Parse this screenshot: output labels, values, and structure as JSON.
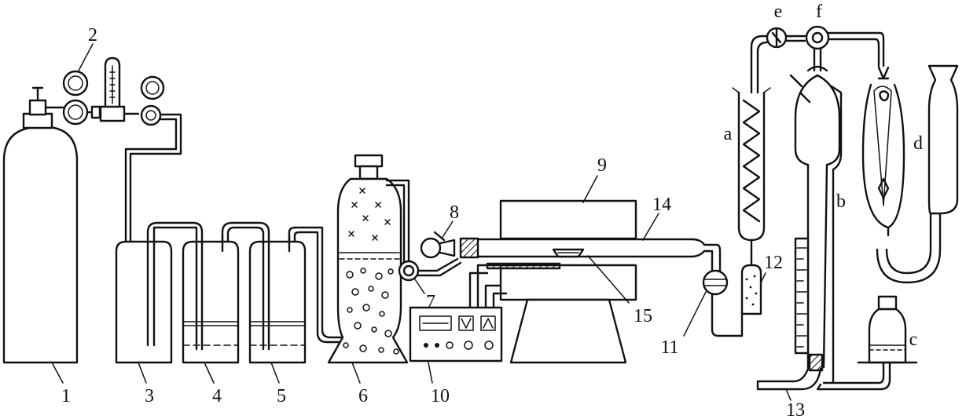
{
  "labels": {
    "n1": "1",
    "n2": "2",
    "n3": "3",
    "n4": "4",
    "n5": "5",
    "n6": "6",
    "n7": "7",
    "n8": "8",
    "n9": "9",
    "n10": "10",
    "n11": "11",
    "n12": "12",
    "n13": "13",
    "n14": "14",
    "n15": "15",
    "a": "a",
    "b": "b",
    "c": "c",
    "d": "d",
    "e": "e",
    "f": "f"
  },
  "colors": {
    "ink": "#111111",
    "paper": "#ffffff"
  }
}
